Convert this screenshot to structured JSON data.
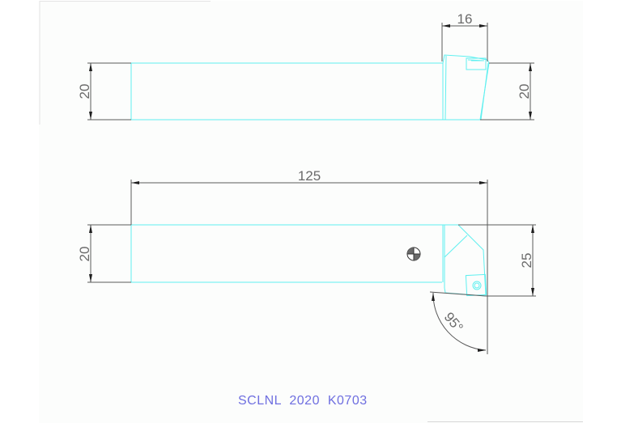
{
  "drawing": {
    "title": "SCLNL  2020  K0703",
    "colors": {
      "part_outline": "#5ff0f0",
      "dimension_line": "#5a5a5a",
      "dimension_text": "#6a6a6a",
      "title_text": "#6f6fe0"
    },
    "top_view": {
      "shank_height_label": "20",
      "head_width_label": "16",
      "head_height_label": "20"
    },
    "front_view": {
      "overall_length_label": "125",
      "shank_width_label": "20",
      "head_width_label": "25",
      "approach_angle_label": "95°",
      "center_symbol": "center-of-gravity-icon"
    }
  }
}
